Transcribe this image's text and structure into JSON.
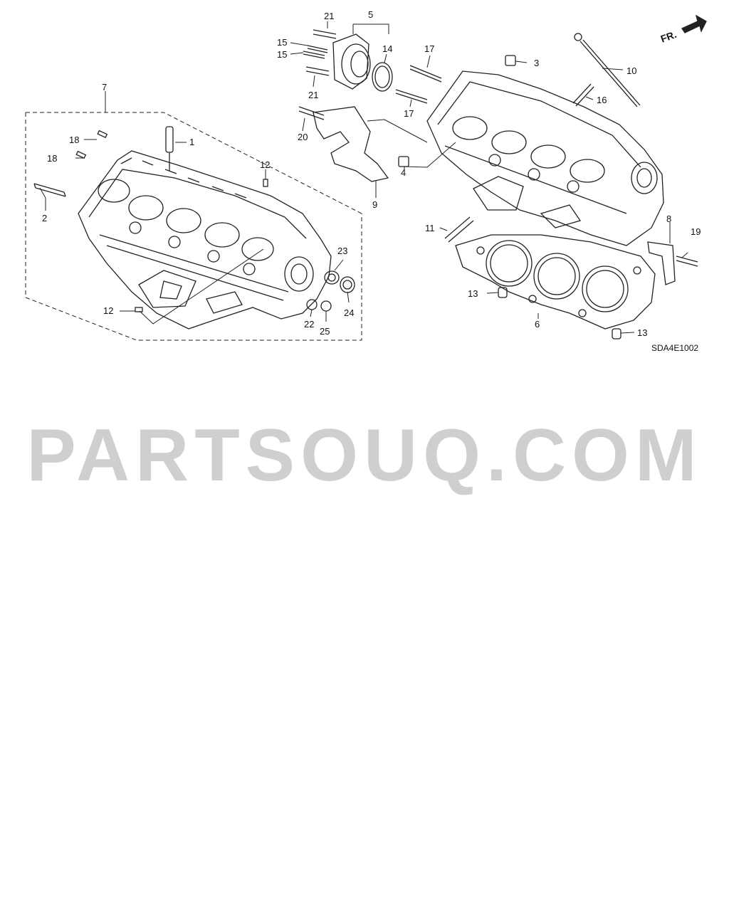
{
  "diagram": {
    "direction_label": "FR.",
    "diagram_code": "SDA4E1002",
    "watermark": "PARTSOUQ.COM",
    "callouts": [
      "1",
      "2",
      "3",
      "4",
      "5",
      "6",
      "7",
      "8",
      "9",
      "10",
      "11",
      "12",
      "12",
      "13",
      "13",
      "14",
      "15",
      "15",
      "16",
      "17",
      "17",
      "18",
      "18",
      "19",
      "20",
      "21",
      "21",
      "22",
      "23",
      "24",
      "25"
    ]
  }
}
